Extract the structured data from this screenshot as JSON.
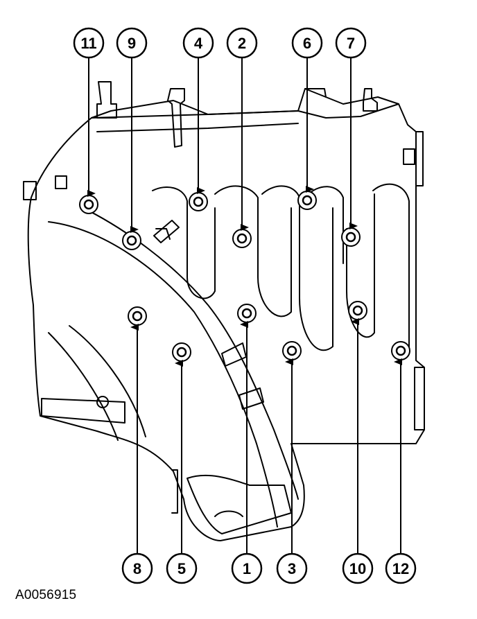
{
  "figure_id": "A0056915",
  "callouts": [
    {
      "label": "11",
      "row": "top"
    },
    {
      "label": "9",
      "row": "top"
    },
    {
      "label": "4",
      "row": "top"
    },
    {
      "label": "2",
      "row": "top"
    },
    {
      "label": "6",
      "row": "top"
    },
    {
      "label": "7",
      "row": "top"
    },
    {
      "label": "8",
      "row": "bottom"
    },
    {
      "label": "5",
      "row": "bottom"
    },
    {
      "label": "1",
      "row": "bottom"
    },
    {
      "label": "3",
      "row": "bottom"
    },
    {
      "label": "10",
      "row": "bottom"
    },
    {
      "label": "12",
      "row": "bottom"
    }
  ]
}
